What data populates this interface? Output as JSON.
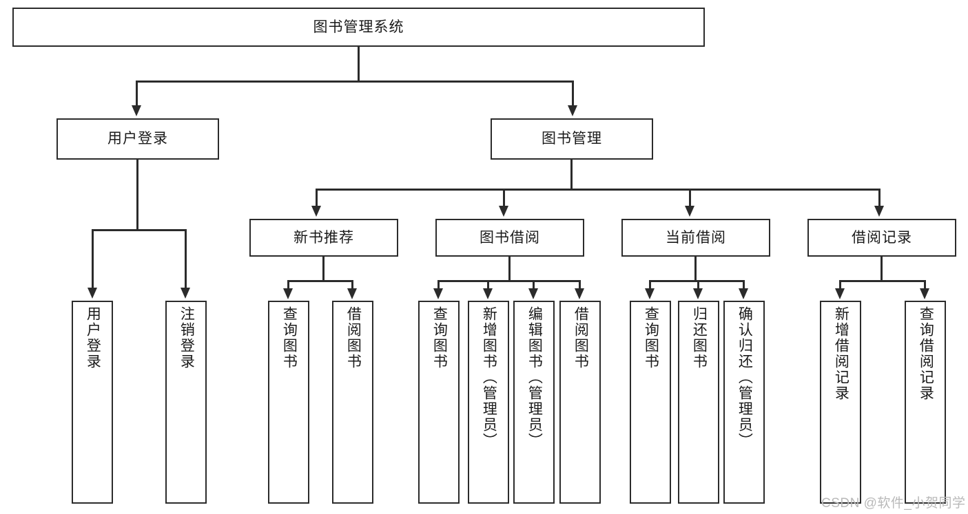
{
  "diagram": {
    "type": "tree",
    "title": "图书管理系统",
    "orientation": "top-down",
    "colors": {
      "box_border": "#2b2b2b",
      "box_fill": "#ffffff",
      "connector": "#2b2b2b",
      "text": "#1a1a1a",
      "watermark": "#b9b9b9",
      "background": "#ffffff"
    },
    "root": {
      "label": "图书管理系统"
    },
    "level2": [
      {
        "label": "用户登录"
      },
      {
        "label": "图书管理"
      }
    ],
    "level3": [
      {
        "label": "新书推荐"
      },
      {
        "label": "图书借阅"
      },
      {
        "label": "当前借阅"
      },
      {
        "label": "借阅记录"
      }
    ],
    "leaves": {
      "user_login": [
        {
          "label": "用户登录"
        },
        {
          "label": "注销登录"
        }
      ],
      "new_book_recommend": [
        {
          "label": "查询图书"
        },
        {
          "label": "借阅图书"
        }
      ],
      "book_borrow": [
        {
          "label": "查询图书"
        },
        {
          "label": "新增图书（管理员）"
        },
        {
          "label": "编辑图书（管理员）"
        },
        {
          "label": "借阅图书"
        }
      ],
      "current_borrow": [
        {
          "label": "查询图书"
        },
        {
          "label": "归还图书"
        },
        {
          "label": "确认归还（管理员）"
        }
      ],
      "borrow_record": [
        {
          "label": "新增借阅记录"
        },
        {
          "label": "查询借阅记录"
        }
      ]
    }
  },
  "watermark": {
    "text": "CSDN @软件_小贺同学"
  }
}
